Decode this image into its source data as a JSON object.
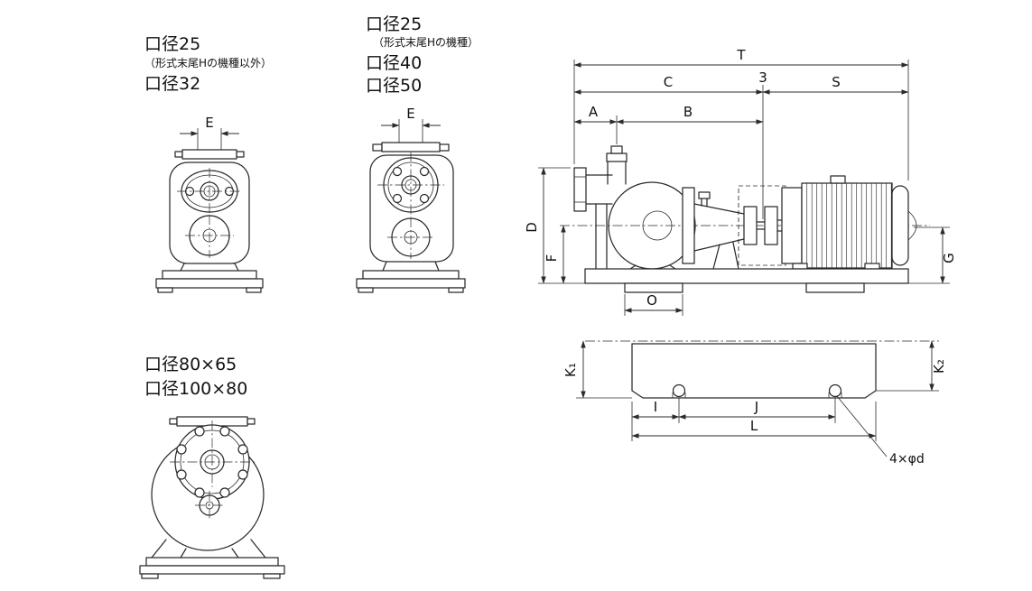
{
  "page": {
    "background": "#ffffff",
    "line_color": "#2b2b2b"
  },
  "views": {
    "front_small": {
      "title1": "口径25",
      "note": "（形式末尾Hの機種以外）",
      "title2": "口径32",
      "dim_E": "E"
    },
    "front_mid": {
      "title1": "口径25",
      "note": "（形式末尾Hの機種）",
      "title2": "口径40",
      "title3": "口径50",
      "dim_E": "E"
    },
    "front_large": {
      "title1": "口径80×65",
      "title2": "口径100×80"
    },
    "side": {
      "T": "T",
      "C": "C",
      "gap3": "3",
      "S": "S",
      "A": "A",
      "B": "B",
      "D": "D",
      "F": "F",
      "G": "G",
      "O": "O"
    },
    "plan": {
      "K1": "K₁",
      "K2": "K₂",
      "I": "I",
      "J": "J",
      "L": "L",
      "bolt_note": "4×φd"
    }
  }
}
